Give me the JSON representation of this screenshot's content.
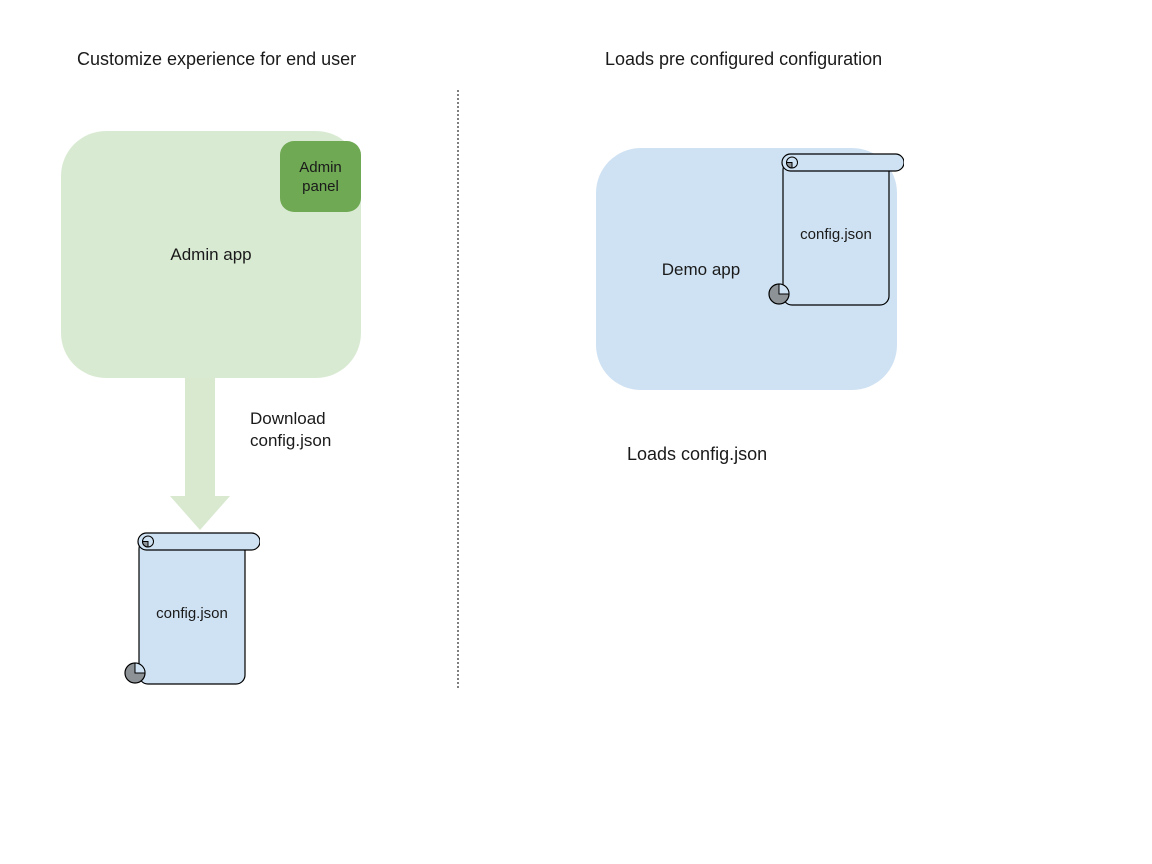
{
  "diagram": {
    "left": {
      "title": "Customize experience for end user",
      "admin_app_label": "Admin app",
      "admin_panel_label": "Admin panel",
      "arrow_label_line1": "Download",
      "arrow_label_line2": "config.json",
      "scroll_label": "config.json"
    },
    "right": {
      "title": "Loads pre configured configuration",
      "demo_app_label": "Demo app",
      "scroll_label": "config.json",
      "caption": "Loads config.json"
    },
    "colors": {
      "background": "#ffffff",
      "admin_app_fill": "#d9ead3",
      "admin_panel_fill": "#6fa953",
      "arrow_fill": "#d8e9d0",
      "demo_app_fill": "#cfe2f3",
      "scroll_fill": "#cfe2f3",
      "scroll_curl_gray": "#8d9297",
      "outline": "#000000",
      "divider": "#808080",
      "text": "#1a1a1a"
    }
  }
}
